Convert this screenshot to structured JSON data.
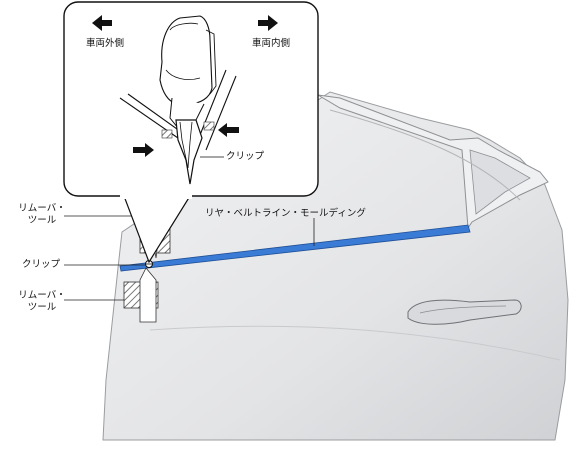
{
  "callout": {
    "outer_label": "車両外側",
    "inner_label": "車両内側",
    "clip_label": "クリップ"
  },
  "labels": {
    "remover_tool_upper": [
      "リムーバ・",
      "ツール"
    ],
    "clip": "クリップ",
    "remover_tool_lower": [
      "リムーバ・",
      "ツール"
    ],
    "molding": "リヤ・ベルトライン・モールディング"
  },
  "colors": {
    "molding": "#3a7bd5",
    "panel": "#e6e7e9",
    "line": "#111111",
    "hatch": "#555555"
  }
}
